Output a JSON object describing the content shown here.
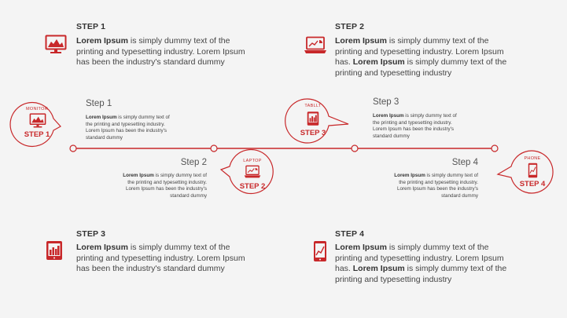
{
  "top_blocks": [
    {
      "title": "STEP 1",
      "lead": "Lorem Ipsum",
      "text1": " is simply dummy text of the printing and typesetting industry. Lorem Ipsum has been the industry's standard dummy",
      "lead2": "",
      "text2": "",
      "icon": "monitor-chart-icon"
    },
    {
      "title": "STEP 2",
      "lead": "Lorem Ipsum",
      "text1": " is simply dummy text of the printing and typesetting industry. Lorem Ipsum has. ",
      "lead2": "Lorem Ipsum",
      "text2": " is simply dummy text of the printing and typesetting industry",
      "icon": "laptop-chart-icon"
    }
  ],
  "bottom_blocks": [
    {
      "title": "STEP 3",
      "lead": "Lorem Ipsum",
      "text1": " is simply dummy text of the printing and typesetting industry. Lorem Ipsum has been the industry's standard dummy",
      "lead2": "",
      "text2": "",
      "icon": "tablet-chart-icon"
    },
    {
      "title": "STEP 4",
      "lead": "Lorem Ipsum",
      "text1": " is simply dummy text of the printing and typesetting industry. Lorem Ipsum has. ",
      "lead2": "Lorem Ipsum",
      "text2": " is simply dummy text of the printing and typesetting industry",
      "icon": "phone-chart-icon"
    }
  ],
  "timeline": [
    {
      "title": "Step 1",
      "lead": "Lorem Ipsum",
      "text": " is simply dummy text of the printing and typesetting industry. Lorem Ipsum has been the industry's standard dummy",
      "bubble_label": "MONITOR",
      "bubble_step": "STEP 1"
    },
    {
      "title": "Step 2",
      "lead": "Lorem Ipsum",
      "text": " is simply dummy text of the printing and typesetting industry. Lorem Ipsum has been the industry's standard dummy",
      "bubble_label": "LAPTOP",
      "bubble_step": "STEP 2"
    },
    {
      "title": "Step 3",
      "lead": "Lorem Ipsum",
      "text": " is simply dummy text of the printing and typesetting industry. Lorem Ipsum has been the industry's standard dummy",
      "bubble_label": "TABLLT",
      "bubble_step": "STEP 3"
    },
    {
      "title": "Step 4",
      "lead": "Lorem Ipsum",
      "text": " is simply dummy text of the printing and typesetting industry. Lorem Ipsum has been the industry's standard dummy",
      "bubble_label": "PHONE",
      "bubble_step": "STEP 4"
    }
  ],
  "colors": {
    "accent": "#c8282a",
    "text": "#333333",
    "background": "#f4f4f4"
  }
}
